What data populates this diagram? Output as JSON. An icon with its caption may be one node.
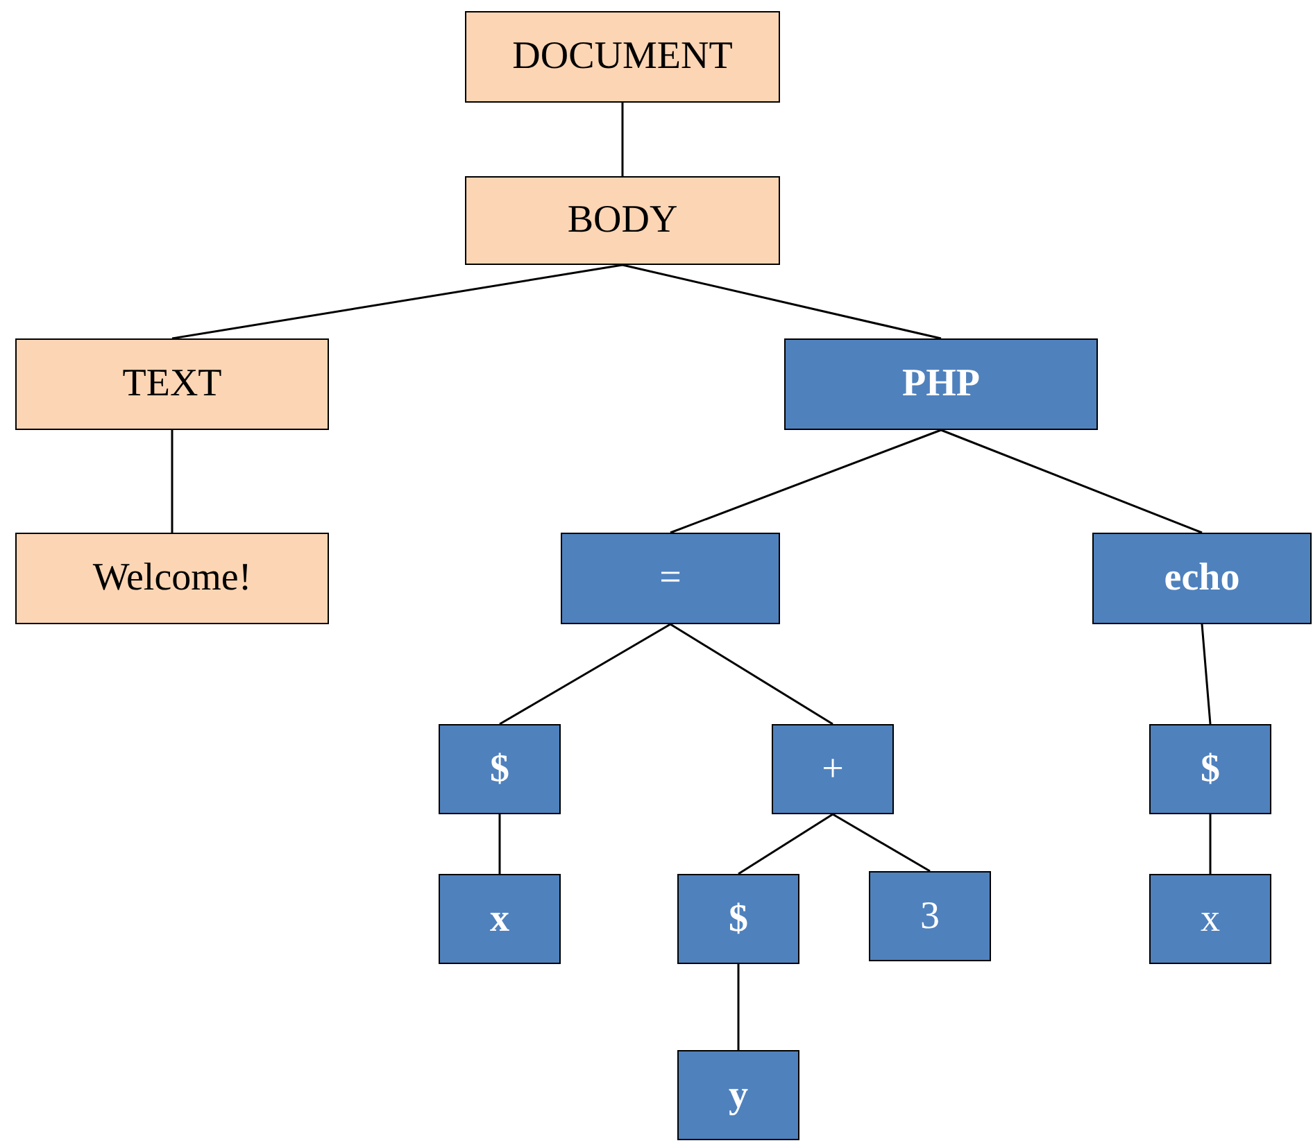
{
  "diagram": {
    "nodes": [
      {
        "text": [
          "DOCUMENT"
        ]
      },
      {
        "text": [
          "BODY"
        ]
      },
      {
        "text": [
          "TEXT"
        ]
      },
      {
        "text": [
          "PHP"
        ]
      },
      {
        "text": [
          "Welcome!"
        ]
      },
      {
        "text": [
          "="
        ]
      },
      {
        "text": [
          "echo"
        ]
      },
      {
        "text": [
          "$"
        ]
      },
      {
        "text": [
          "+"
        ]
      },
      {
        "text": [
          "$"
        ]
      },
      {
        "text": [
          "x"
        ]
      },
      {
        "text": [
          "$"
        ]
      },
      {
        "text": [
          "3"
        ]
      },
      {
        "text": [
          "x"
        ]
      },
      {
        "text": [
          "y"
        ]
      }
    ],
    "edges": [
      {
        "from": 0,
        "to": 1,
        "arrow": "none"
      },
      {
        "from": 1,
        "to": 2,
        "arrow": "none"
      },
      {
        "from": 1,
        "to": 3,
        "arrow": "none"
      },
      {
        "from": 2,
        "to": 4,
        "arrow": "none"
      },
      {
        "from": 3,
        "to": 5,
        "arrow": "none"
      },
      {
        "from": 3,
        "to": 6,
        "arrow": "none"
      },
      {
        "from": 5,
        "to": 7,
        "arrow": "none"
      },
      {
        "from": 5,
        "to": 8,
        "arrow": "none"
      },
      {
        "from": 6,
        "to": 9,
        "arrow": "none"
      },
      {
        "from": 7,
        "to": 10,
        "arrow": "none"
      },
      {
        "from": 8,
        "to": 11,
        "arrow": "none"
      },
      {
        "from": 8,
        "to": 12,
        "arrow": "none"
      },
      {
        "from": 9,
        "to": 13,
        "arrow": "none"
      },
      {
        "from": 11,
        "to": 14,
        "arrow": "none"
      }
    ]
  }
}
